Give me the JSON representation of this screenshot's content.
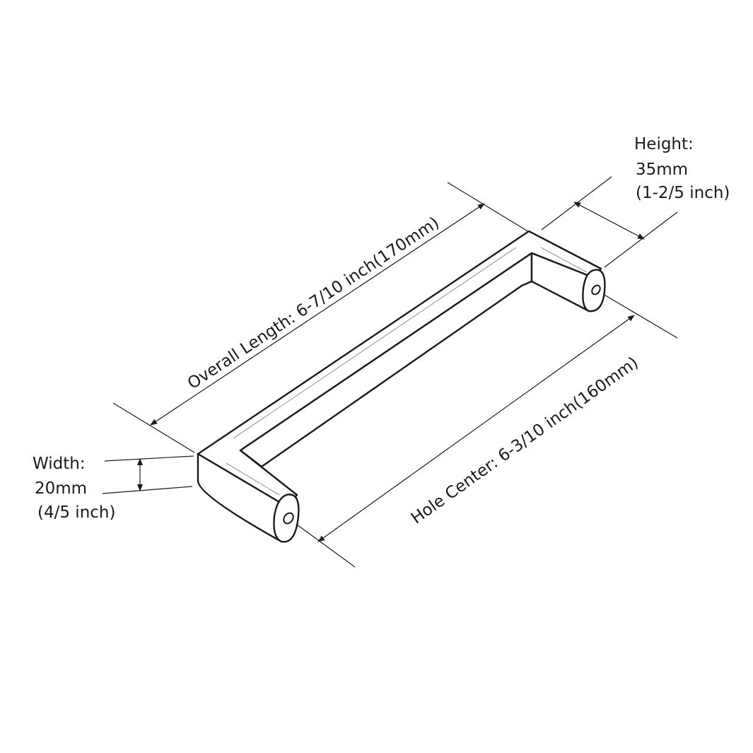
{
  "dimensions": {
    "height": {
      "label": "Height:",
      "metric": "35mm",
      "imperial": "(1-2/5 inch)"
    },
    "width": {
      "label": "Width:",
      "metric": "20mm",
      "imperial": "(4/5 inch)"
    },
    "overall_length": {
      "text": "Overall Length: 6-7/10 inch(170mm)"
    },
    "hole_center": {
      "text": "Hole Center: 6-3/10 inch(160mm)"
    }
  },
  "colors": {
    "stroke": "#1a1a1a",
    "fill": "#ffffff"
  }
}
